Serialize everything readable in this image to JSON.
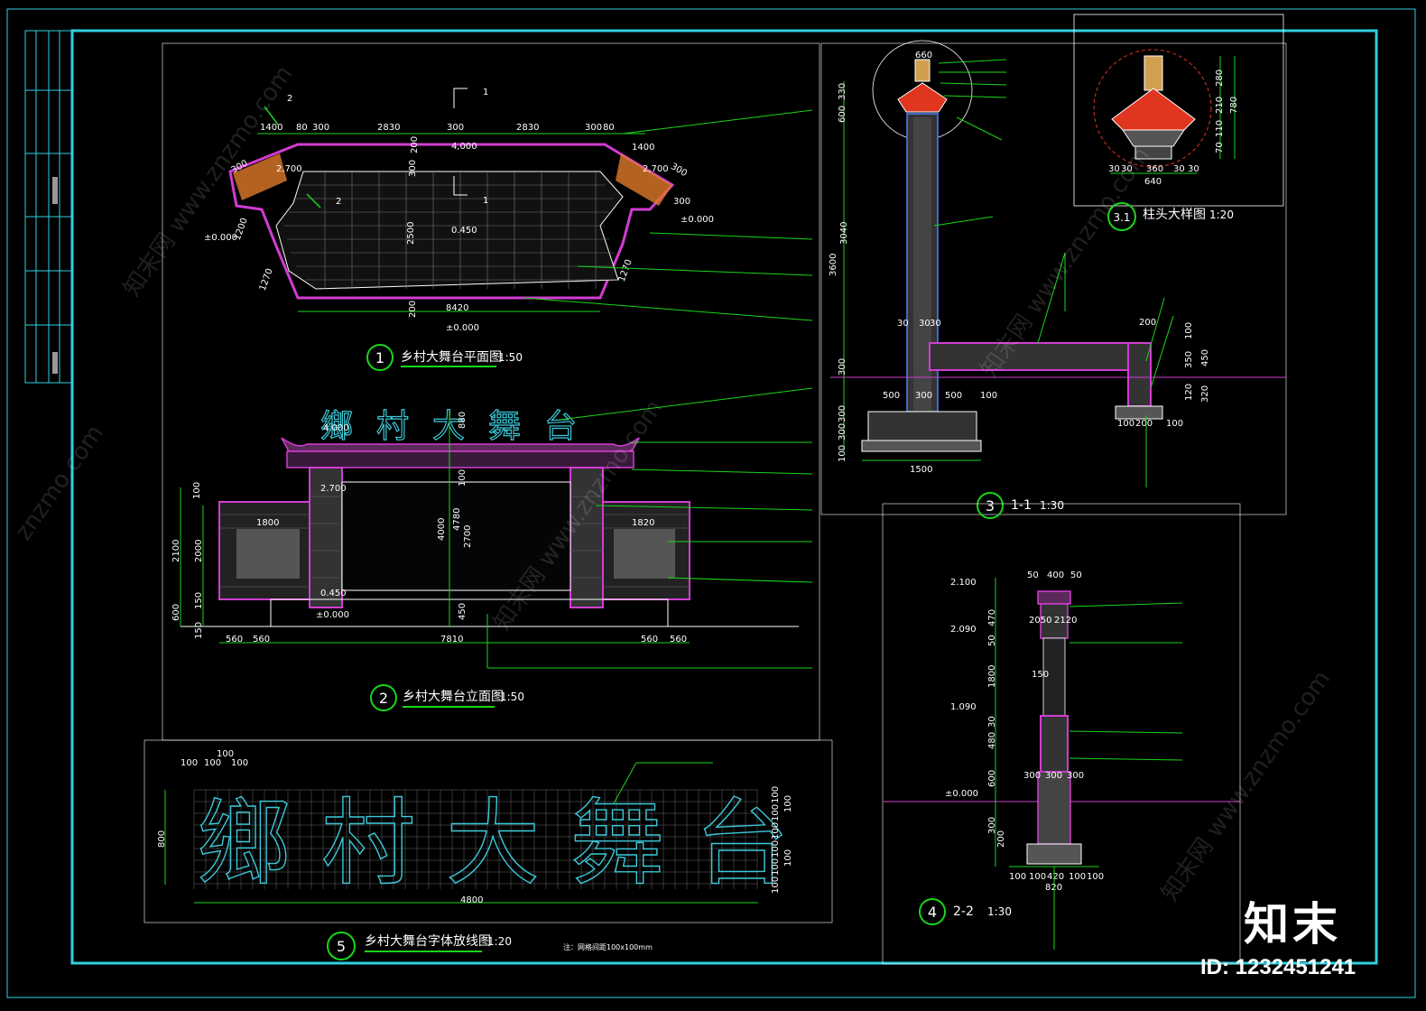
{
  "colors": {
    "frame": "#2fd0e0",
    "dimension": "#19d619",
    "outline": "#ffffff",
    "accent": "#d23cd2",
    "roof": "#e0351e",
    "lettering": "#3cc8d8"
  },
  "views": {
    "plan": {
      "num": "1",
      "title": "乡村大舞台平面图",
      "scale": "1:50",
      "dims_top": [
        "1400",
        "80",
        "300",
        "2830",
        "300",
        "2830",
        "300",
        "80",
        "1400"
      ],
      "dims_inner": [
        "4,000",
        "2,700",
        "2,700",
        "2500",
        "8420",
        "1270",
        "1270",
        "1200",
        "300",
        "300",
        "300",
        "200",
        "200",
        "300"
      ],
      "elevations": [
        "±0.000",
        "±0.000",
        "±0.000",
        "0.450"
      ],
      "section_marks": [
        "1",
        "1",
        "2",
        "2"
      ]
    },
    "elevation": {
      "num": "2",
      "title": "乡村大舞台立面图",
      "scale": "1:50",
      "heading_text": "鄉村大舞台",
      "dims": [
        "7810",
        "560",
        "560",
        "560",
        "560",
        "2100",
        "2000",
        "4780",
        "4000",
        "2700",
        "1800",
        "1820",
        "600",
        "150",
        "150",
        "100",
        "450",
        "880",
        "100",
        "4.000",
        "2.700",
        "0.450",
        "±0.000"
      ]
    },
    "section11": {
      "num": "3",
      "title": "1-1",
      "scale": "1:30",
      "dims": [
        "3600",
        "3040",
        "600",
        "330",
        "300",
        "500",
        "300",
        "500",
        "100",
        "300",
        "300",
        "100",
        "1500",
        "30",
        "30",
        "30",
        "200",
        "100",
        "350",
        "450",
        "120",
        "320",
        "100",
        "200",
        "100"
      ]
    },
    "detail31": {
      "num": "3.1",
      "title": "柱头大样图",
      "scale": "1:20",
      "dims": [
        "660",
        "30",
        "30",
        "360",
        "30",
        "30",
        "640",
        "280",
        "210",
        "780",
        "110",
        "70"
      ]
    },
    "section22": {
      "num": "4",
      "title": "2-2",
      "scale": "1:30",
      "dims": [
        "50",
        "400",
        "50",
        "470",
        "50",
        "1800",
        "30",
        "480",
        "600",
        "300",
        "200",
        "100",
        "100",
        "420",
        "100",
        "100",
        "820",
        "2050",
        "2120",
        "150",
        "300",
        "300",
        "300"
      ],
      "elevations": [
        "2.100",
        "2.090",
        "1.090",
        "±0.000"
      ]
    },
    "lettering": {
      "num": "5",
      "title": "乡村大舞台字体放线图",
      "scale": "1:20",
      "dims": [
        "100",
        "100",
        "100",
        "100",
        "4800",
        "800",
        "100",
        "100",
        "100",
        "100",
        "100",
        "100",
        "100",
        "100"
      ],
      "footnote": "注：网格间距100x100mm"
    }
  },
  "watermarks": [
    "知末网 www.znzmo.com",
    "知末网 www.znzmo.com",
    "知末网 www.znzmo.com",
    "知末网 www.znzmo.com",
    "znzmo.com"
  ],
  "brand": "知末",
  "image_id": "ID: 1232451241"
}
